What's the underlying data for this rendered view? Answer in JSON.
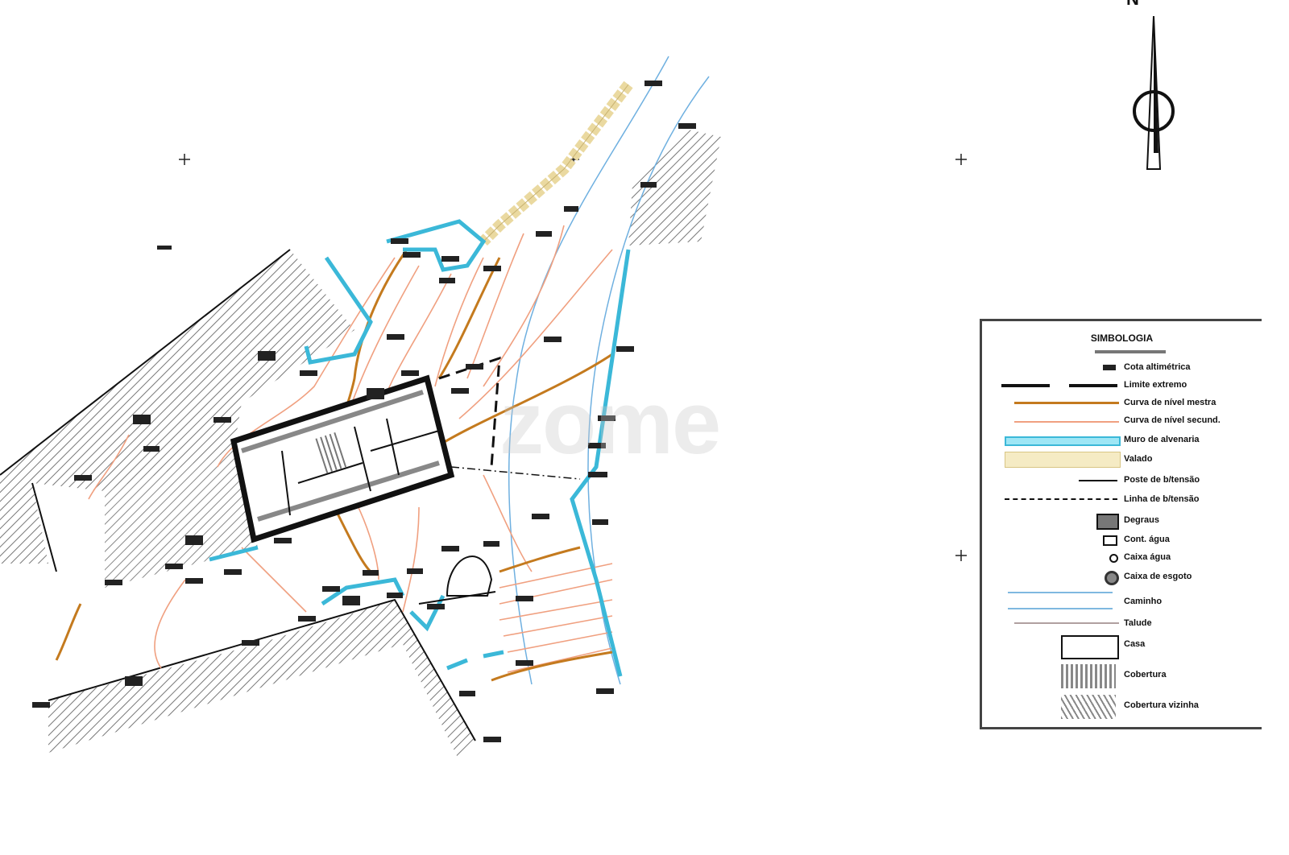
{
  "north_arrow": {
    "label": "N"
  },
  "watermark": "zome",
  "legend": {
    "title": "SIMBOLOGIA",
    "items": [
      {
        "label": "Cota altimétrica",
        "symbol": "elevation-mark-icon"
      },
      {
        "label": "Limite extremo",
        "symbol": "boundary-line-icon"
      },
      {
        "label": "Curva de nível mestra",
        "symbol": "master-contour-icon"
      },
      {
        "label": "Curva de nível secund.",
        "symbol": "secondary-contour-icon"
      },
      {
        "label": "Muro de alvenaria",
        "symbol": "masonry-wall-icon"
      },
      {
        "label": "Valado",
        "symbol": "stone-fence-icon"
      },
      {
        "label": "Poste de b/tensão",
        "symbol": "power-pole-icon"
      },
      {
        "label": "Linha de b/tensão",
        "symbol": "power-line-icon"
      },
      {
        "label": "Degraus",
        "symbol": "steps-icon"
      },
      {
        "label": "Cont. água",
        "symbol": "water-meter-icon"
      },
      {
        "label": "Caixa água",
        "symbol": "water-box-icon"
      },
      {
        "label": "Caixa de esgoto",
        "symbol": "sewer-box-icon"
      },
      {
        "label": "Caminho",
        "symbol": "path-icon"
      },
      {
        "label": "Talude",
        "symbol": "slope-icon"
      },
      {
        "label": "Casa",
        "symbol": "house-icon"
      },
      {
        "label": "Cobertura",
        "symbol": "roof-icon"
      },
      {
        "label": "Cobertura vizinha",
        "symbol": "neighbor-roof-icon"
      }
    ]
  },
  "colors": {
    "master_contour": "#c47a1e",
    "secondary_contour": "#f0a080",
    "wall": "#3bb8d8",
    "fence": "#ead9a0",
    "path": "#6fb0e0",
    "hatch": "#555555"
  }
}
